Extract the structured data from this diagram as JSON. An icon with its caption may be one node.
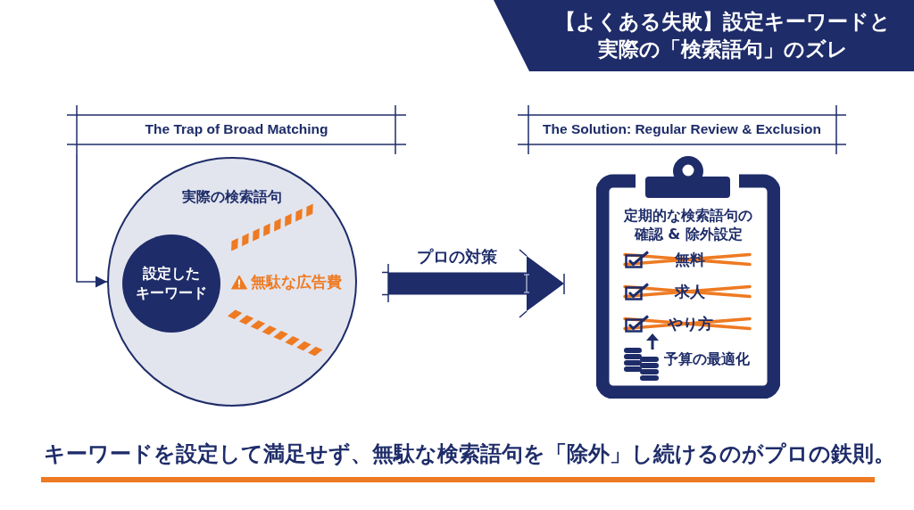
{
  "diagram": {
    "title": "【よくある失敗】設定キーワードと実際の「検索語句」のズレ",
    "caption": "キーワードを設定して満足せず、無駄な検索語句を「除外」し続けるのがプロの鉄則。",
    "nodes": [
      {
        "text": [
          "The Trap of Broad Matching"
        ]
      },
      {
        "text": [
          "実際の検索語句",
          "無駄な広告費"
        ]
      },
      {
        "text": [
          "設定したキーワード"
        ],
        "in": 1
      },
      {
        "text": [
          "The Solution: Regular Review & Exclusion"
        ]
      },
      {
        "text": [
          "定期的な検索語句の確認 & 除外設定",
          "無料",
          "求人",
          "やり方",
          "予算の最適化"
        ]
      }
    ],
    "edges": [
      {
        "from": 0,
        "to": 1,
        "arrow": "to"
      },
      {
        "from": 1,
        "to": 4,
        "arrow": "to",
        "label": "プロの対策",
        "style": "thick"
      }
    ]
  }
}
